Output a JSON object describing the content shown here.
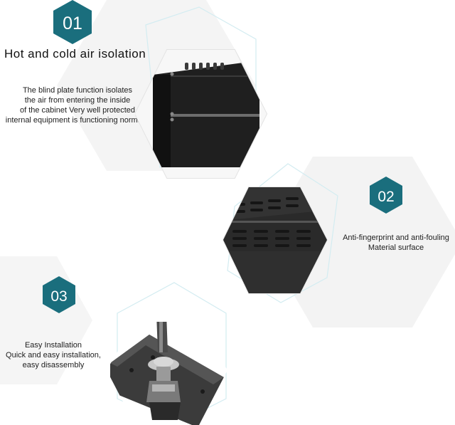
{
  "colors": {
    "badge": "#1a6e7d",
    "hex_outline": "#cfeaf0",
    "bg_hex": "#f2f2f2",
    "panel": "#222222"
  },
  "section1": {
    "number": "01",
    "title": "Hot and cold air isolation",
    "lines": [
      "The blind plate function isolates",
      "the air from entering the inside",
      "of the cabinet Very well protected",
      "internal equipment is functioning normally"
    ],
    "image": "black-blind-plate-panel"
  },
  "section2": {
    "number": "02",
    "lines": [
      "Anti-fingerprint and anti-fouling",
      "Material surface"
    ],
    "image": "vented-panel-closeup"
  },
  "section3": {
    "number": "03",
    "lines": [
      "Easy Installation",
      "Quick and easy installation,",
      "easy disassembly"
    ],
    "image": "screw-installation-closeup"
  }
}
